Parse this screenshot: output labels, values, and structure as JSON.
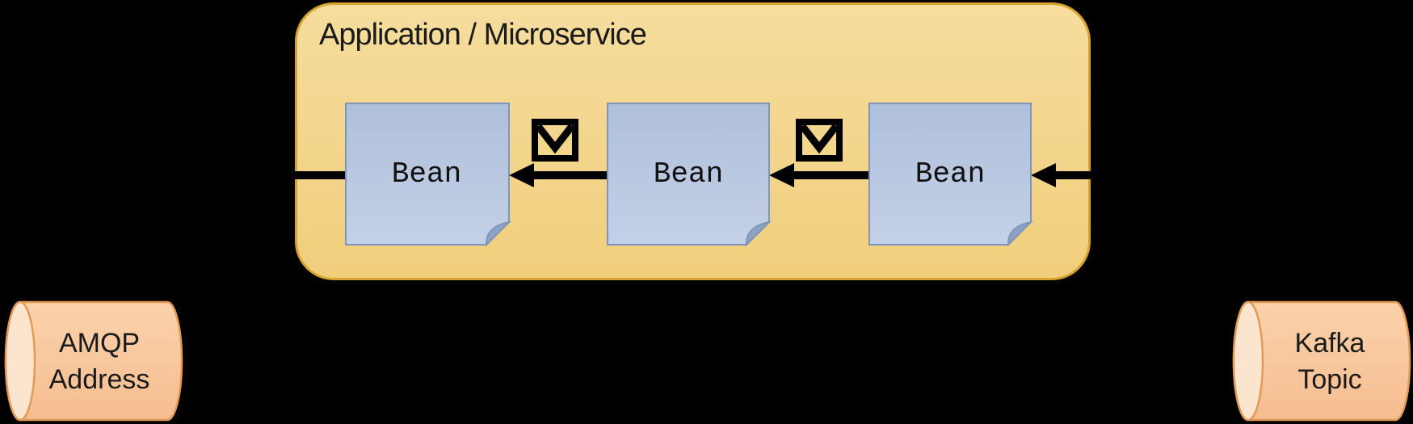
{
  "app": {
    "title": "Application / Microservice",
    "beans": [
      {
        "label": "Bean"
      },
      {
        "label": "Bean"
      },
      {
        "label": "Bean"
      }
    ]
  },
  "endpoints": [
    {
      "name": "AMQP Address",
      "lines": [
        "AMQP",
        "Address"
      ]
    },
    {
      "name": "Kafka Topic",
      "lines": [
        "Kafka",
        "Topic"
      ]
    }
  ],
  "icons": {
    "message_icon": "envelope"
  },
  "flow": {
    "direction": "right-to-left",
    "description": "Kafka Topic -> Bean -> Bean -> Bean -> AMQP Address"
  },
  "colors": {
    "bg": "#000000",
    "text": "#1A1A1A",
    "app_border": "#D5A32E",
    "app_fill_top": "#F6DD9E",
    "app_fill_bottom": "#F0CE7C",
    "bean_border": "#7E94BA",
    "bean_fill_top": "#AFBFDB",
    "bean_fill_bottom": "#C4D0E6",
    "bean_fold": "#8FA4C4",
    "cyl_border": "#E39A55",
    "cyl_fill_top": "#FBD2AB",
    "cyl_fill_bottom": "#F5BD90",
    "cyl_cap": "#FCE5CF",
    "arrow": "#000000"
  }
}
